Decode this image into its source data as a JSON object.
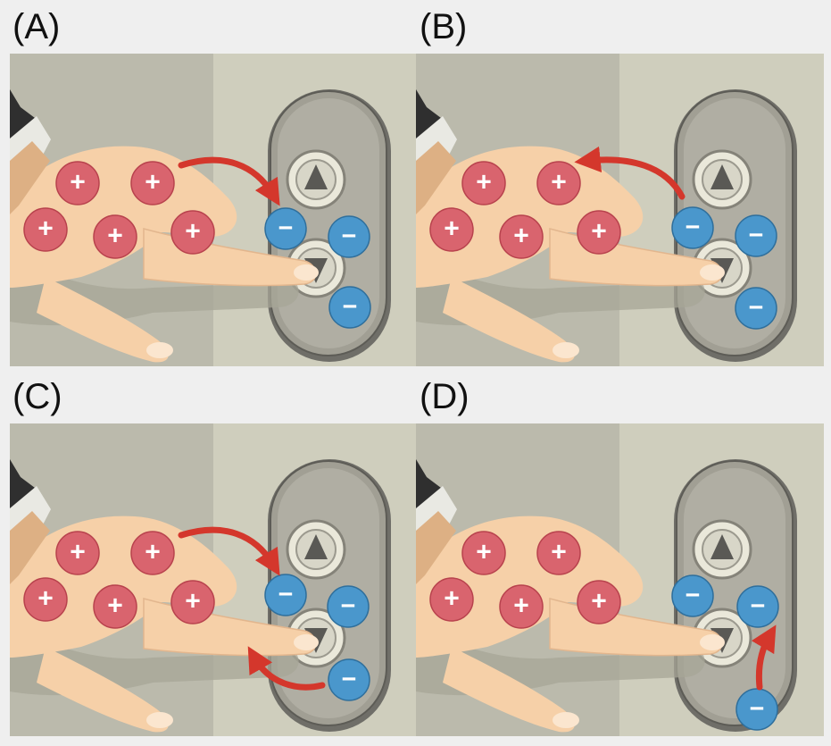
{
  "panels": [
    {
      "label": "(A)",
      "arrow": "hand-to-button"
    },
    {
      "label": "(B)",
      "arrow": "button-to-hand"
    },
    {
      "label": "(C)",
      "arrow": "both-to-button"
    },
    {
      "label": "(D)",
      "arrow": "up-to-button"
    }
  ],
  "symbols": {
    "positive": "+",
    "negative": "−"
  },
  "colors": {
    "positive_charge": "#d9646e",
    "negative_charge": "#4a97cc",
    "arrow": "#d4372c",
    "skin": "#f6d0a8",
    "wall_left": "#bbbaac",
    "wall_right": "#cfcebd",
    "panel_body": "#a19f94",
    "background": "#efefef"
  }
}
